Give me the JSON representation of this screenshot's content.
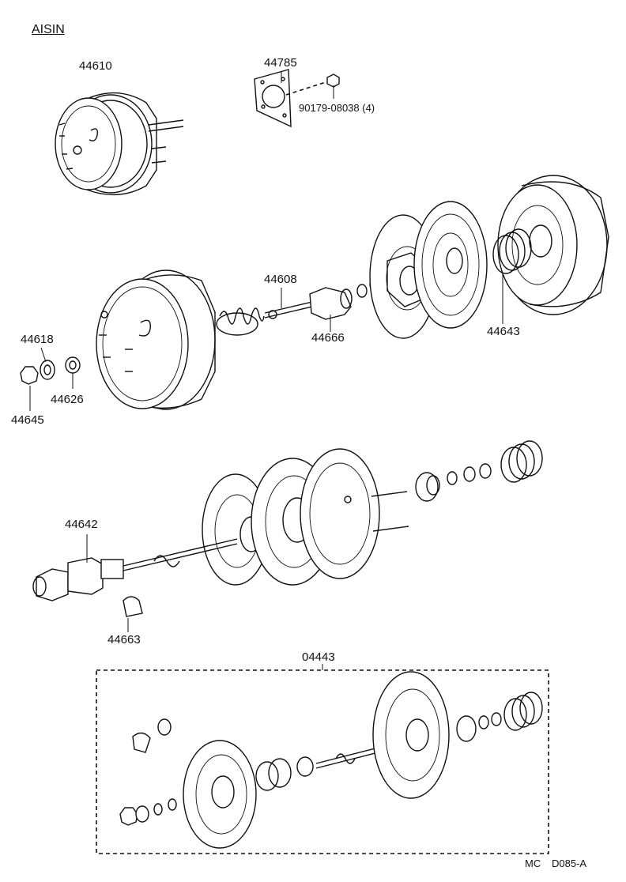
{
  "brand": "AISIN",
  "parts": {
    "p44610": "44610",
    "p44785": "44785",
    "p90179": "90179-08038 (4)",
    "p44608": "44608",
    "p44666": "44666",
    "p44643": "44643",
    "p44618": "44618",
    "p44626": "44626",
    "p44645": "44645",
    "p44642": "44642",
    "p44663": "44663",
    "p04443": "04443"
  },
  "footer": {
    "code_prefix": "MC",
    "code": "D085-A"
  }
}
